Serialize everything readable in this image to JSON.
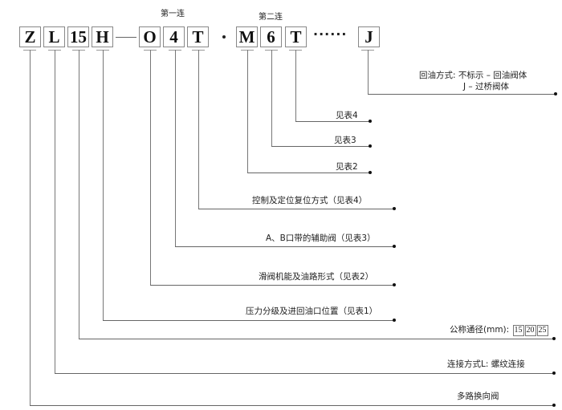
{
  "group_labels": {
    "first": "第一连",
    "second": "第二连"
  },
  "code": {
    "z": "Z",
    "l": "L",
    "size": "15",
    "h": "H",
    "o": "O",
    "four": "4",
    "t1": "T",
    "m": "M",
    "six": "6",
    "t2": "T",
    "ellipsis": "······",
    "j": "J"
  },
  "labels": {
    "j_line1": "回油方式: 不标示 – 回油阀体",
    "j_line2": "J – 过桥阀体",
    "t2": "见表4",
    "six": "见表3",
    "m": "见表2",
    "t1": "控制及定位复位方式（见表4）",
    "four": "A、B口带的辅助阀（见表3）",
    "o": "滑阀机能及油路形式（见表2）",
    "h": "压力分级及进回油口位置（见表1）",
    "size_prefix": "公称通径(mm):",
    "size_options": [
      "15",
      "20",
      "25"
    ],
    "l": "连接方式L: 螺纹连接",
    "z": "多路换向阀"
  }
}
